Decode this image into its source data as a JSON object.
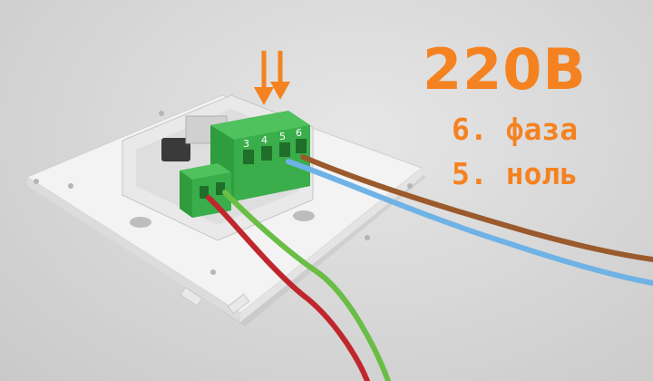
{
  "labels": {
    "voltage": "220В",
    "phase": "6. фаза",
    "neutral": "5. ноль"
  },
  "terminal_numbers": [
    "3",
    "4",
    "5",
    "6"
  ],
  "colors": {
    "annotation": "#f58220",
    "terminal_block": "#3fae49",
    "wire_red": "#c0272d",
    "wire_green": "#6abd45",
    "wire_blue": "#6fb2e6",
    "wire_brown": "#9b5a2c",
    "plate": "#f2f2f2"
  },
  "icons": [
    "arrow-down-icon",
    "arrow-down-icon"
  ]
}
